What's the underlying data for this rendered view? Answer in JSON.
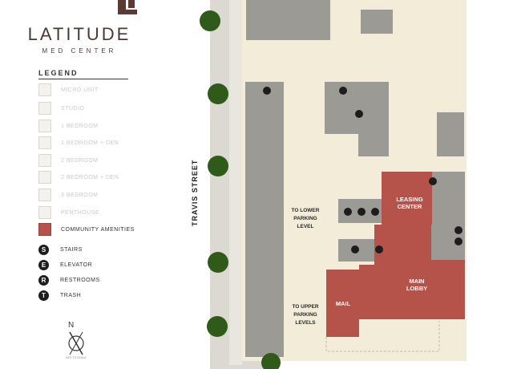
{
  "brand": {
    "title": "LATITUDE",
    "subtitle": "MED CENTER"
  },
  "legend": {
    "title": "LEGEND",
    "items": [
      "MICRO UNIT",
      "STUDIO",
      "1 BEDROOM",
      "1 BEDROOM + DEN",
      "2 BEDROOM",
      "2 BEDROOM + DEN",
      "3 BEDROOM",
      "PENTHOUSE",
      "COMMUNITY AMENITIES"
    ],
    "symbols": [
      {
        "glyph": "S",
        "label": "STAIRS"
      },
      {
        "glyph": "E",
        "label": "ELEVATOR"
      },
      {
        "glyph": "R",
        "label": "RESTROOMS"
      },
      {
        "glyph": "T",
        "label": "TRASH"
      }
    ]
  },
  "compass": {
    "north": "N",
    "note": "NOT TO SCALE"
  },
  "map": {
    "street": "TRAVIS STREET",
    "to_lower_parking": [
      "TO LOWER",
      "PARKING",
      "LEVEL"
    ],
    "to_upper_parking": [
      "TO UPPER",
      "PARKING",
      "LEVELS"
    ],
    "leasing_center": [
      "LEASING",
      "CENTER"
    ],
    "main_lobby": [
      "MAIN",
      "LOBBY"
    ],
    "mail": "MAIL"
  },
  "colors": {
    "amenity": "#b5534b",
    "building": "#9b9a95",
    "ground": "#f2ecd8",
    "street": "#dcd9d2",
    "tree": "#2f5a1a"
  }
}
